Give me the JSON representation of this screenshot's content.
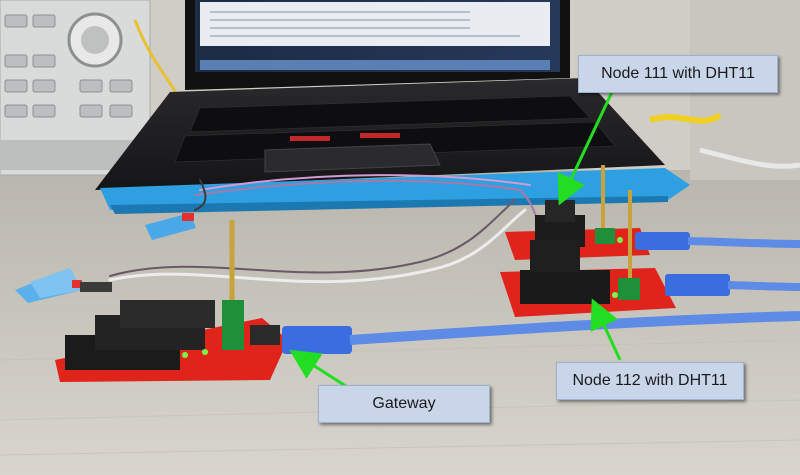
{
  "callouts": {
    "node111": "Node 111 with DHT11",
    "node112": "Node 112 with DHT11",
    "gateway": "Gateway"
  },
  "colors": {
    "callout_fill": "#c9d6ea",
    "arrow": "#22dd22",
    "board_red": "#e0241b",
    "usb_blue": "#3a6ee0",
    "laptop_stand": "#2e9fe0"
  }
}
